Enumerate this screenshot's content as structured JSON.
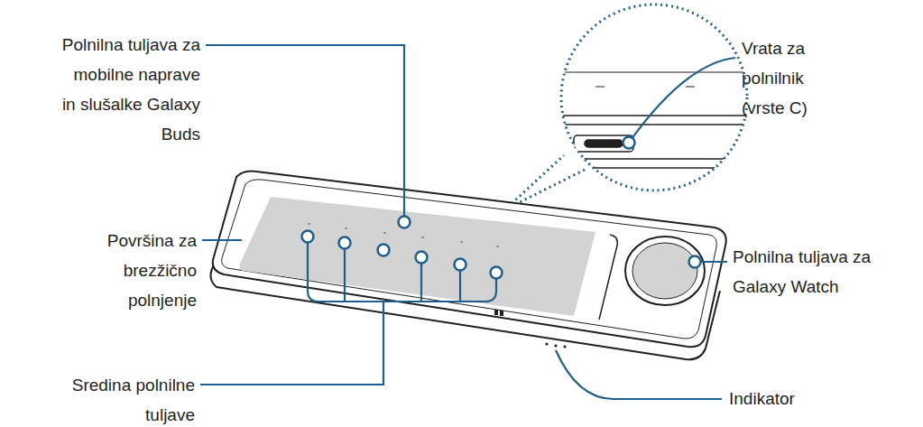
{
  "diagram": {
    "labels": [
      "Polnilna tuljava za mobilne naprave in slušalke Galaxy Buds",
      "Površina za brezžično polnjenje",
      "Sredina polnilne tuljave",
      "Vrata za polnilnik (vrste C)",
      "Polnilna tuljava za Galaxy Watch",
      "Indikator"
    ]
  }
}
